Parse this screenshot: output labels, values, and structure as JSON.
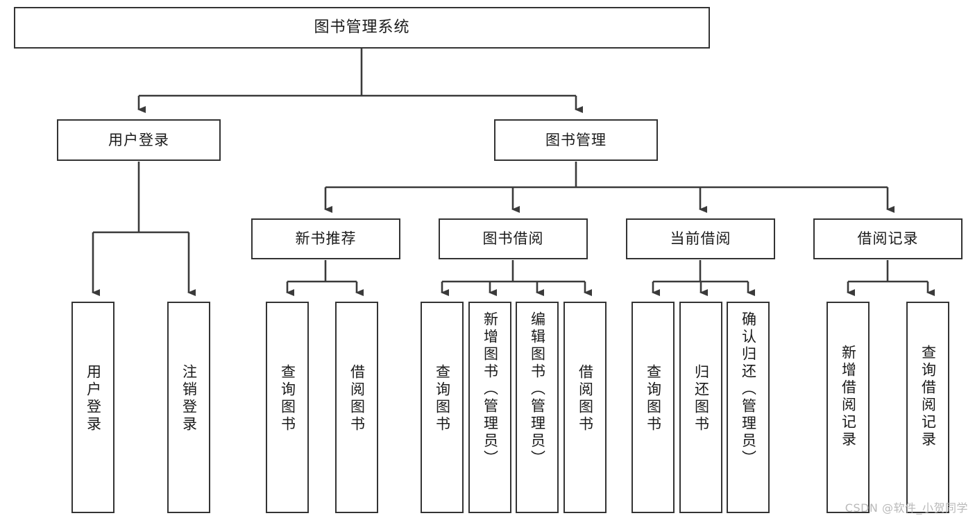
{
  "diagram": {
    "title": "图书管理系统",
    "type": "tree-hierarchy-chart",
    "root": {
      "id": "root",
      "label": "图书管理系统"
    },
    "level1": [
      {
        "id": "user-login",
        "label": "用户登录"
      },
      {
        "id": "book-manage",
        "label": "图书管理"
      }
    ],
    "level2": [
      {
        "id": "new-book-recommend",
        "label": "新书推荐",
        "parent": "book-manage"
      },
      {
        "id": "book-borrow",
        "label": "图书借阅",
        "parent": "book-manage"
      },
      {
        "id": "current-borrow",
        "label": "当前借阅",
        "parent": "book-manage"
      },
      {
        "id": "borrow-record",
        "label": "借阅记录",
        "parent": "book-manage"
      }
    ],
    "leaves": {
      "user_login": [
        {
          "id": "leaf-user-login",
          "label": "用户登录"
        },
        {
          "id": "leaf-logout-login",
          "label": "注销登录"
        }
      ],
      "new_book_recommend": [
        {
          "id": "leaf-query-book-1",
          "label": "查询图书"
        },
        {
          "id": "leaf-borrow-book-1",
          "label": "借阅图书"
        }
      ],
      "book_borrow": [
        {
          "id": "leaf-query-book-2",
          "label": "查询图书"
        },
        {
          "id": "leaf-add-book",
          "label": "新增图书（管理员）"
        },
        {
          "id": "leaf-edit-book",
          "label": "编辑图书（管理员）"
        },
        {
          "id": "leaf-borrow-book-2",
          "label": "借阅图书"
        }
      ],
      "current_borrow": [
        {
          "id": "leaf-query-book-3",
          "label": "查询图书"
        },
        {
          "id": "leaf-return-book",
          "label": "归还图书"
        },
        {
          "id": "leaf-confirm-return",
          "label": "确认归还（管理员）"
        }
      ],
      "borrow_record": [
        {
          "id": "leaf-add-record",
          "label": "新增借阅记录"
        },
        {
          "id": "leaf-query-record",
          "label": "查询借阅记录"
        }
      ]
    }
  },
  "watermark": {
    "text": "CSDN @软件_小贺同学"
  },
  "colors": {
    "background": "#ffffff",
    "node_fill": "#ffffff",
    "node_border": "#333333",
    "edge": "#3a3a3a",
    "text": "#1a1a1a",
    "watermark": "#b9b9b9"
  }
}
